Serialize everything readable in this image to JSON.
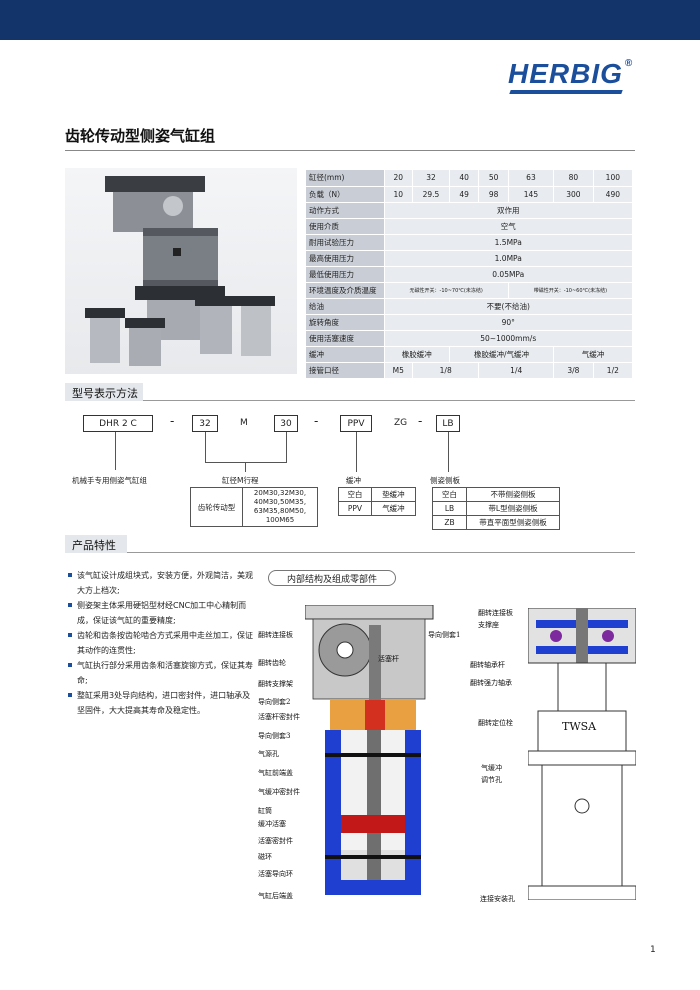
{
  "brand": {
    "logo_text": "HERBIG",
    "reg_mark": "®"
  },
  "page_title": "齿轮传动型侧姿气缸组",
  "spec_table": {
    "rows": [
      {
        "label": "缸径(mm)",
        "values": [
          "20",
          "32",
          "40",
          "50",
          "63",
          "80",
          "100"
        ]
      },
      {
        "label": "负载（N）",
        "values": [
          "10",
          "29.5",
          "49",
          "98",
          "145",
          "300",
          "490"
        ]
      },
      {
        "label": "动作方式",
        "value": "双作用"
      },
      {
        "label": "使用介质",
        "value": "空气"
      },
      {
        "label": "耐用试验压力",
        "value": "1.5MPa"
      },
      {
        "label": "最高使用压力",
        "value": "1.0MPa"
      },
      {
        "label": "最低使用压力",
        "value": "0.05MPa"
      },
      {
        "label": "环境温度及介质温度",
        "values2": [
          "无磁性开关：-10~70℃(未冻结)",
          "带磁性开关：-10~60℃(未冻结)"
        ]
      },
      {
        "label": "给油",
        "value": "不要(不给油)"
      },
      {
        "label": "旋转角度",
        "value": "90°"
      },
      {
        "label": "使用活塞速度",
        "value": "50~1000mm/s"
      },
      {
        "label": "缓冲",
        "values3": [
          "橡胶缓冲",
          "橡胶缓冲/气缓冲",
          "气缓冲"
        ]
      },
      {
        "label": "接管口径",
        "values": [
          "M5",
          "1/8",
          "1/4",
          "3/8",
          "1/2"
        ]
      }
    ]
  },
  "model_section": {
    "heading": "型号表示方法",
    "codes": [
      "DHR 2 C",
      "32",
      "M",
      "30",
      "PPV",
      "ZG",
      "LB"
    ],
    "dashes": [
      "-",
      "-",
      "-"
    ],
    "labels": {
      "series": "机械手专用侧姿气缸组",
      "bore_stroke": "缸径M行程",
      "cushion": "缓冲",
      "plate": "侧姿侧板"
    },
    "bore_table": {
      "type": "齿轮传动型",
      "sizes": "20M30,32M30, 40M30,50M35, 63M35,80M50, 100M65"
    },
    "cushion_table": [
      [
        "空白",
        "垫缓冲"
      ],
      [
        "PPV",
        "气缓冲"
      ]
    ],
    "plate_table": [
      [
        "空白",
        "不带侧姿侧板"
      ],
      [
        "LB",
        "带L型侧姿侧板"
      ],
      [
        "ZB",
        "带直平面型侧姿侧板"
      ]
    ]
  },
  "features": {
    "heading": "产品特性",
    "items": [
      "该气缸设计成组块式，安装方便，外观简洁，美观大方上档次;",
      "侧姿架主体采用硬铝型材经CNC加工中心精制而成，保证该气缸的重要精度;",
      "齿轮和齿条按齿轮啮合方式采用中走丝加工，保证其动作的连贯性;",
      "气缸执行部分采用齿条和活塞旋铆方式，保证其寿命;",
      "整缸采用3处导向结构，进口密封件，进口轴承及坚固件，大大提高其寿命及稳定性。"
    ]
  },
  "diagram": {
    "title": "内部结构及组成零部件",
    "left_labels": [
      "翻转连接板",
      "翻转齿轮",
      "翻转支撑架",
      "导向侧套2",
      "活塞杆密封件",
      "导向侧套3",
      "气源孔",
      "气缸前端盖",
      "气缓冲密封件",
      "缸筒",
      "缓冲活塞",
      "活塞密封件",
      "磁环",
      "活塞导向环",
      "气缸后端盖"
    ],
    "mid_labels": [
      "导向侧套1",
      "活塞杆"
    ],
    "right_labels": [
      "翻转连接板",
      "支撑座",
      "翻转轴承杆",
      "翻转强力轴承",
      "翻转定位栓",
      "气缓冲",
      "调节孔",
      "连接安装孔"
    ],
    "body_text": "TWSA"
  },
  "page_number": "1"
}
